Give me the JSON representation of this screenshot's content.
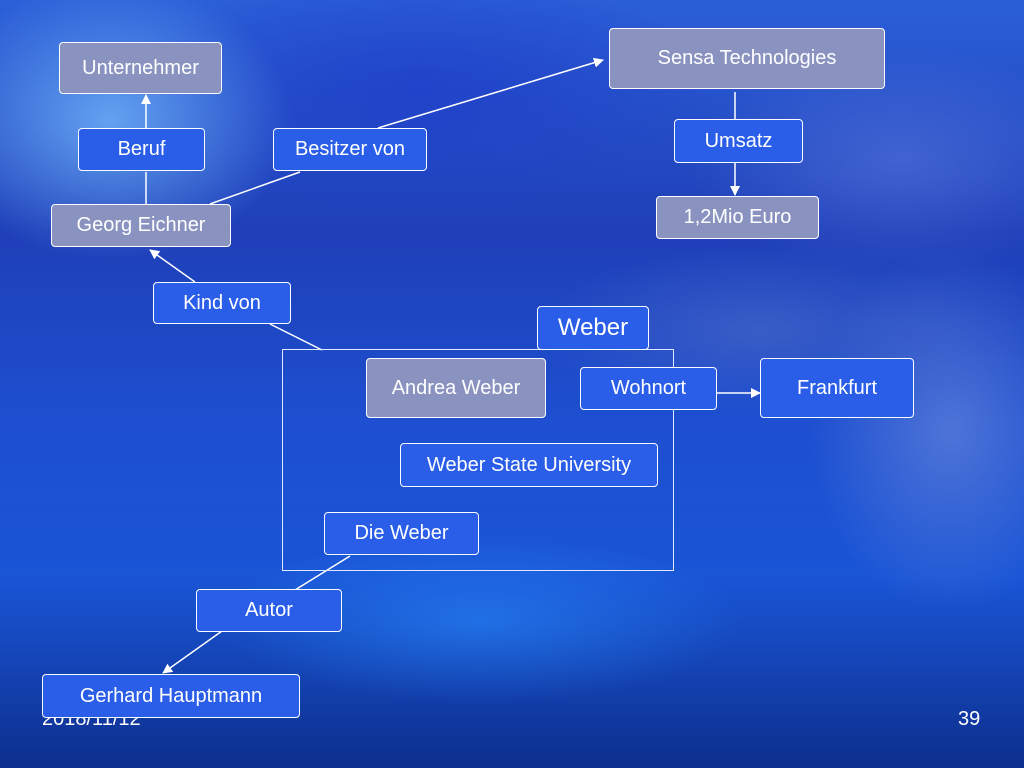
{
  "nodes": {
    "unternehmer": "Unternehmer",
    "beruf": "Beruf",
    "besitzer_von": "Besitzer von",
    "georg_eichner": "Georg  Eichner",
    "sensa": "Sensa Technologies",
    "umsatz": "Umsatz",
    "mio_euro": "1,2Mio Euro",
    "kind_von": "Kind von",
    "weber": "Weber",
    "andrea_weber": "Andrea Weber",
    "wohnort": "Wohnort",
    "frankfurt": "Frankfurt",
    "weber_state": "Weber State University",
    "die_weber": "Die Weber",
    "autor": "Autor",
    "gerhard": "Gerhard Hauptmann"
  },
  "footer": {
    "date": "2018/11/12",
    "page": "39"
  },
  "colors": {
    "node_blue": "#2a5ee8",
    "node_gray": "#8a93c0",
    "edge": "#ffffff"
  }
}
